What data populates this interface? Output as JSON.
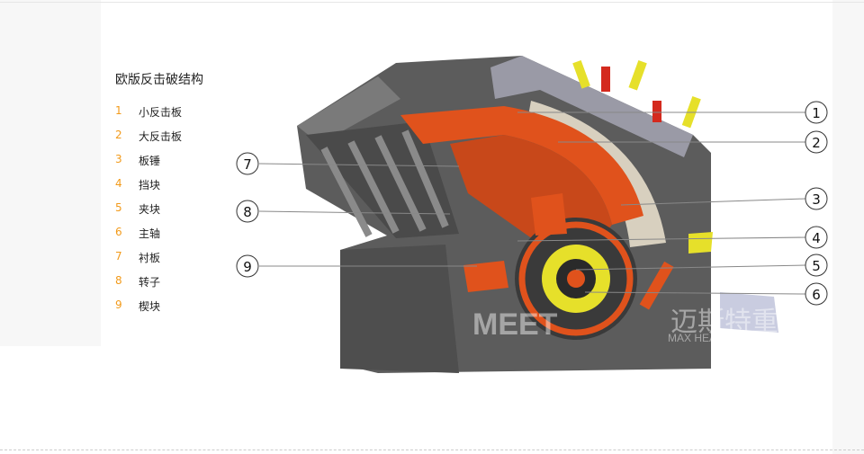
{
  "legend": {
    "title": "欧版反击破结构",
    "items": [
      {
        "num": "1",
        "label": "小反击板"
      },
      {
        "num": "2",
        "label": "大反击板"
      },
      {
        "num": "3",
        "label": "板锤"
      },
      {
        "num": "4",
        "label": "挡块"
      },
      {
        "num": "5",
        "label": "夹块"
      },
      {
        "num": "6",
        "label": "主轴"
      },
      {
        "num": "7",
        "label": "衬板"
      },
      {
        "num": "8",
        "label": "转子"
      },
      {
        "num": "9",
        "label": "楔块"
      }
    ]
  },
  "callouts": [
    "1",
    "2",
    "3",
    "4",
    "5",
    "6",
    "7",
    "8",
    "9"
  ],
  "watermark": {
    "brand": "MEET",
    "cn": "迈斯特重工",
    "en": "MAX HEAVY INDUSTRY"
  },
  "colors": {
    "orange": "#e0521c",
    "housing": "#5a5a5a",
    "accent_number": "#f29a1a",
    "yellow": "#e6e02a",
    "red": "#d42a1e"
  }
}
